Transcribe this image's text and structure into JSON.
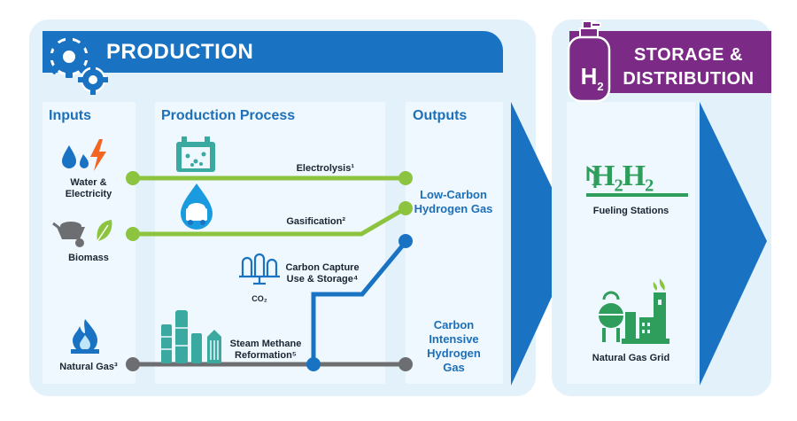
{
  "production": {
    "title": "PRODUCTION",
    "inputs_title": "Inputs",
    "process_title": "Production Process",
    "outputs_title": "Outputs",
    "inputs": {
      "water_electricity": "Water & Electricity",
      "biomass": "Biomass",
      "natural_gas": "Natural Gas³"
    },
    "processes": {
      "electrolysis": "Electrolysis¹",
      "gasification": "Gasification²",
      "ccus": "Carbon Capture Use & Storage⁴",
      "smr": "Steam Methane Reformation⁵",
      "co2": "CO₂"
    },
    "outputs": {
      "low_carbon": "Low-Carbon Hydrogen Gas",
      "carbon_intensive": "Carbon Intensive Hydrogen Gas"
    }
  },
  "storage": {
    "title": "STORAGE & DISTRIBUTION",
    "h2_symbol": "H₂H₂",
    "fueling": "Fueling Stations",
    "grid": "Natural Gas Grid"
  },
  "colors": {
    "blue": "#1a73c2",
    "green": "#8cc43f",
    "gray": "#6d6e71",
    "purple": "#7b2a86",
    "teal": "#3aa9a0",
    "light_panel": "#e3f1fb"
  }
}
